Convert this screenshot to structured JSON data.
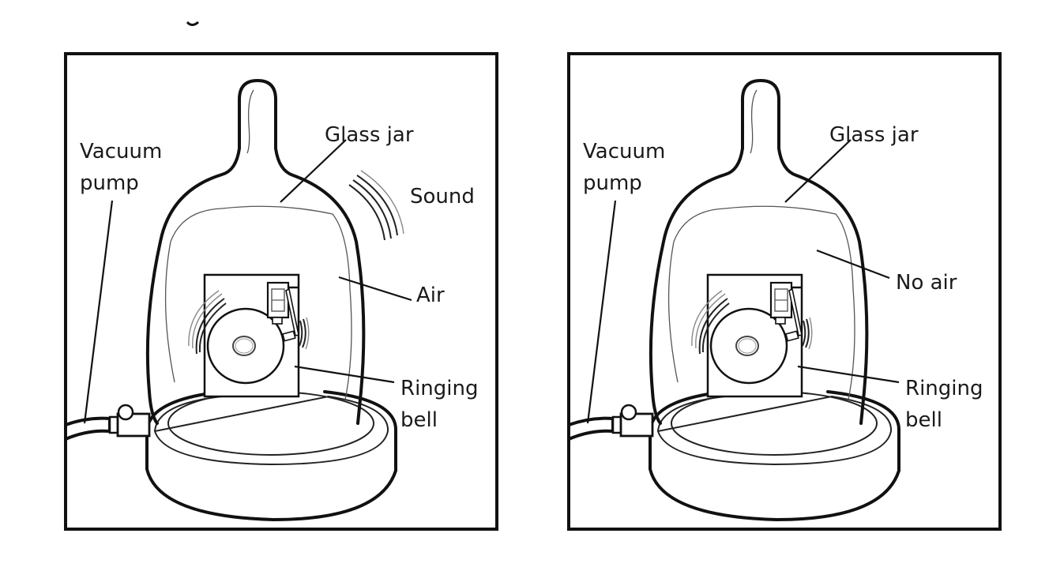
{
  "figure": {
    "clipped_title_fragment": "g",
    "panels": [
      {
        "id": "with-air",
        "labels": {
          "vacuum_pump_1": "Vacuum",
          "vacuum_pump_2": "pump",
          "glass_jar": "Glass jar",
          "sound": "Sound",
          "medium": "Air",
          "ringing_bell_1": "Ringing",
          "ringing_bell_2": "bell"
        },
        "shows_sound_waves": true
      },
      {
        "id": "no-air",
        "labels": {
          "vacuum_pump_1": "Vacuum",
          "vacuum_pump_2": "pump",
          "glass_jar": "Glass jar",
          "medium": "No air",
          "ringing_bell_1": "Ringing",
          "ringing_bell_2": "bell"
        },
        "shows_sound_waves": false
      }
    ]
  }
}
